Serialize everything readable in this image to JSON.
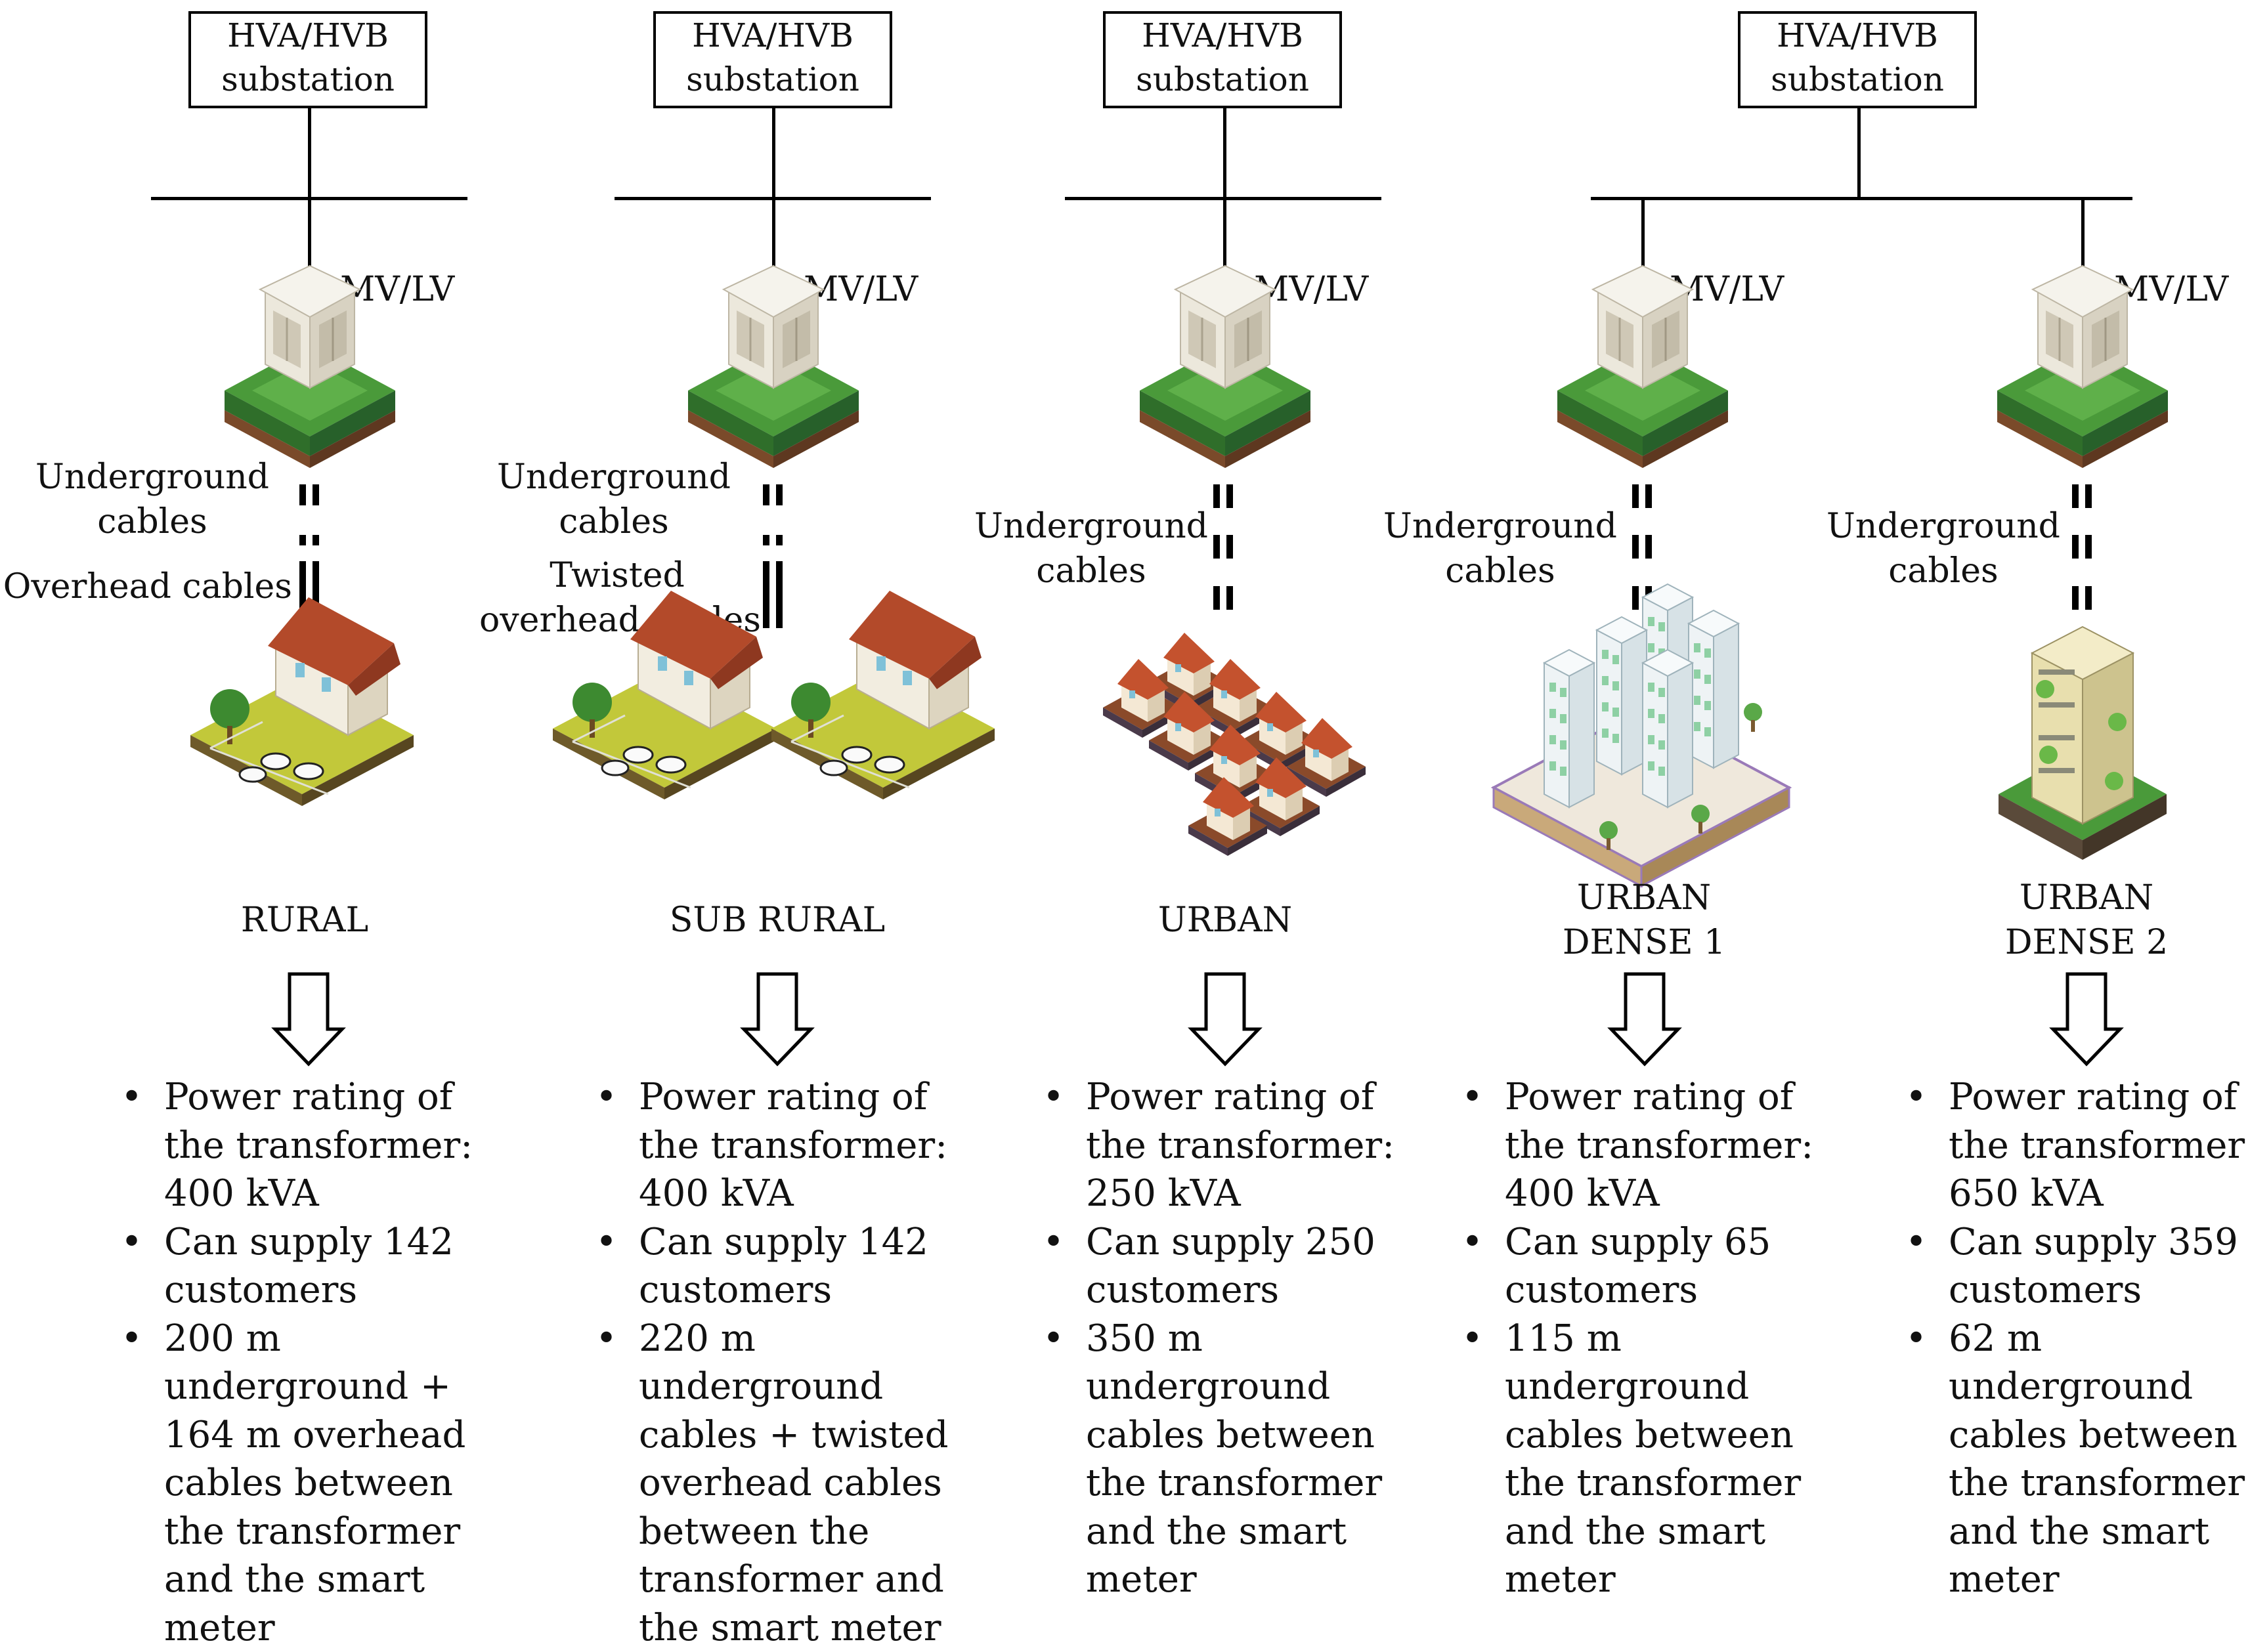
{
  "substation_label": [
    "HVA/HVB",
    "substation"
  ],
  "transformer_label": "MV/LV",
  "columns": [
    {
      "cable_upper": [
        "Underground",
        "cables"
      ],
      "cable_lower": [
        "Overhead cables"
      ],
      "area": [
        "RURAL"
      ],
      "bullets": [
        [
          "Power rating of",
          "the transformer:",
          "400 kVA"
        ],
        [
          "Can supply 142",
          "customers"
        ],
        [
          "200 m",
          "underground +",
          "164 m  overhead",
          "cables between",
          "the transformer",
          "and the smart",
          "meter"
        ]
      ]
    },
    {
      "cable_upper": [
        "Underground",
        "cables"
      ],
      "cable_lower": [
        "Twisted",
        "overhead cables"
      ],
      "area": [
        "SUB RURAL"
      ],
      "bullets": [
        [
          "Power rating of",
          "the transformer:",
          "400 kVA"
        ],
        [
          "Can supply 142",
          "customers"
        ],
        [
          "220 m",
          "underground",
          "cables + twisted",
          "overhead cables",
          "between the",
          "transformer and",
          "the smart meter"
        ]
      ]
    },
    {
      "cable_upper": [
        "Underground",
        "cables"
      ],
      "area": [
        "URBAN"
      ],
      "bullets": [
        [
          "Power rating of",
          "the transformer:",
          "250 kVA"
        ],
        [
          "Can supply 250",
          "customers"
        ],
        [
          "350 m",
          "underground",
          "cables between",
          "the transformer",
          "and the smart",
          "meter"
        ]
      ]
    },
    {
      "cable_upper": [
        "Underground",
        "cables"
      ],
      "area": [
        "URBAN",
        "DENSE 1"
      ],
      "bullets": [
        [
          "Power rating of",
          "the transformer:",
          "400 kVA"
        ],
        [
          "Can supply 65",
          "customers"
        ],
        [
          "115 m",
          "underground",
          "cables between",
          "the transformer",
          "and the smart",
          "meter"
        ]
      ]
    },
    {
      "cable_upper": [
        "Underground",
        "cables"
      ],
      "area": [
        "URBAN",
        "DENSE 2"
      ],
      "bullets": [
        [
          "Power rating of",
          "the transformer:",
          "650 kVA"
        ],
        [
          "Can supply 359",
          "customers"
        ],
        [
          "62 m",
          "underground",
          "cables between",
          "the transformer",
          "and the smart",
          "meter"
        ]
      ]
    }
  ],
  "icons": {
    "substation_building": "transformer-kiosk-icon",
    "rural": "farmhouse-icon",
    "sub_rural": "two-farmhouses-icon",
    "urban": "house-cluster-icon",
    "urban_dense_1": "apartment-blocks-icon",
    "urban_dense_2": "tower-building-icon"
  },
  "colors": {
    "lawn": "#4a9a3a",
    "lawn_dark": "#2f6e2a",
    "soil": "#7a4a2a",
    "kiosk": "#ece8dc",
    "roof": "#b34a2a",
    "building": "#e6ecef",
    "window": "#7fc1d8"
  }
}
